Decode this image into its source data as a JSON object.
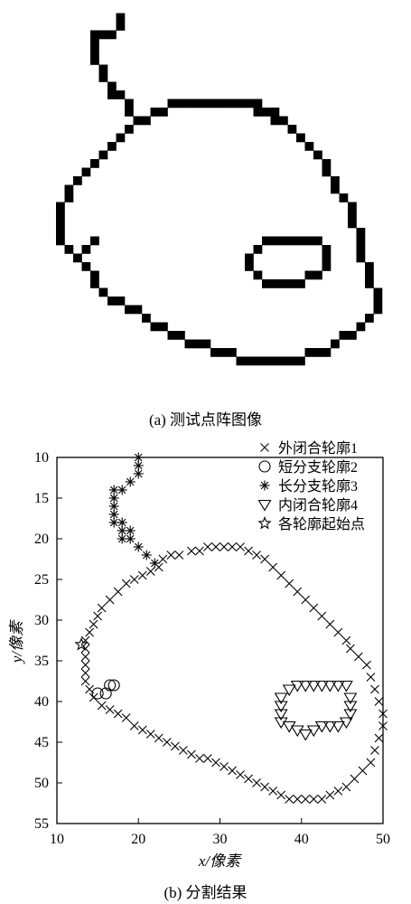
{
  "panel_a": {
    "caption": "(a)  测试点阵图像",
    "pixel_color": "#000000",
    "pixels": [
      [
        13,
        1
      ],
      [
        13,
        2
      ],
      [
        10,
        3
      ],
      [
        11,
        3
      ],
      [
        12,
        3
      ],
      [
        10,
        4
      ],
      [
        10,
        5
      ],
      [
        10,
        6
      ],
      [
        11,
        7
      ],
      [
        11,
        8
      ],
      [
        12,
        9
      ],
      [
        12,
        10
      ],
      [
        13,
        10
      ],
      [
        14,
        11
      ],
      [
        14,
        12
      ],
      [
        19,
        11
      ],
      [
        20,
        11
      ],
      [
        21,
        11
      ],
      [
        22,
        11
      ],
      [
        23,
        11
      ],
      [
        24,
        11
      ],
      [
        25,
        11
      ],
      [
        26,
        11
      ],
      [
        27,
        11
      ],
      [
        28,
        11
      ],
      [
        29,
        11
      ],
      [
        15,
        13
      ],
      [
        16,
        13
      ],
      [
        17,
        12
      ],
      [
        18,
        12
      ],
      [
        29,
        12
      ],
      [
        30,
        12
      ],
      [
        31,
        12
      ],
      [
        14,
        14
      ],
      [
        13,
        15
      ],
      [
        12,
        16
      ],
      [
        31,
        13
      ],
      [
        32,
        13
      ],
      [
        33,
        14
      ],
      [
        34,
        15
      ],
      [
        35,
        16
      ],
      [
        36,
        17
      ],
      [
        11,
        17
      ],
      [
        10,
        18
      ],
      [
        9,
        19
      ],
      [
        37,
        18
      ],
      [
        37,
        19
      ],
      [
        38,
        20
      ],
      [
        38,
        21
      ],
      [
        39,
        22
      ],
      [
        8,
        20
      ],
      [
        7,
        21
      ],
      [
        7,
        22
      ],
      [
        6,
        23
      ],
      [
        6,
        24
      ],
      [
        40,
        23
      ],
      [
        40,
        24
      ],
      [
        40,
        25
      ],
      [
        41,
        26
      ],
      [
        41,
        27
      ],
      [
        6,
        25
      ],
      [
        6,
        26
      ],
      [
        6,
        27
      ],
      [
        7,
        28
      ],
      [
        8,
        29
      ],
      [
        9,
        30
      ],
      [
        10,
        31
      ],
      [
        10,
        32
      ],
      [
        9,
        28
      ],
      [
        10,
        27
      ],
      [
        41,
        28
      ],
      [
        41,
        29
      ],
      [
        42,
        30
      ],
      [
        42,
        31
      ],
      [
        42,
        32
      ],
      [
        43,
        33
      ],
      [
        43,
        34
      ],
      [
        43,
        35
      ],
      [
        11,
        33
      ],
      [
        12,
        34
      ],
      [
        13,
        34
      ],
      [
        14,
        35
      ],
      [
        15,
        35
      ],
      [
        16,
        36
      ],
      [
        17,
        37
      ],
      [
        18,
        37
      ],
      [
        19,
        38
      ],
      [
        20,
        38
      ],
      [
        21,
        39
      ],
      [
        22,
        39
      ],
      [
        23,
        39
      ],
      [
        24,
        40
      ],
      [
        25,
        40
      ],
      [
        26,
        40
      ],
      [
        27,
        41
      ],
      [
        28,
        41
      ],
      [
        29,
        41
      ],
      [
        30,
        41
      ],
      [
        31,
        41
      ],
      [
        32,
        41
      ],
      [
        33,
        41
      ],
      [
        34,
        41
      ],
      [
        35,
        40
      ],
      [
        36,
        40
      ],
      [
        37,
        40
      ],
      [
        38,
        39
      ],
      [
        39,
        38
      ],
      [
        40,
        38
      ],
      [
        41,
        37
      ],
      [
        42,
        36
      ],
      [
        29,
        28
      ],
      [
        30,
        27
      ],
      [
        31,
        27
      ],
      [
        32,
        27
      ],
      [
        33,
        27
      ],
      [
        34,
        27
      ],
      [
        35,
        27
      ],
      [
        36,
        27
      ],
      [
        37,
        28
      ],
      [
        37,
        29
      ],
      [
        37,
        30
      ],
      [
        36,
        31
      ],
      [
        35,
        31
      ],
      [
        34,
        32
      ],
      [
        33,
        32
      ],
      [
        32,
        32
      ],
      [
        31,
        32
      ],
      [
        30,
        32
      ],
      [
        29,
        31
      ],
      [
        28,
        29
      ],
      [
        28,
        30
      ]
    ]
  },
  "panel_b": {
    "caption": "(b)  分割结果",
    "chart_data": {
      "type": "scatter",
      "title": "",
      "xlabel": "x/像素",
      "ylabel": "y/像素",
      "xlim": [
        10,
        50
      ],
      "ylim": [
        55,
        10
      ],
      "y_inverted": true,
      "xticks": [
        "10",
        "20",
        "30",
        "40",
        "50"
      ],
      "yticks": [
        "10",
        "15",
        "20",
        "25",
        "30",
        "35",
        "40",
        "45",
        "50",
        "55"
      ],
      "grid": false,
      "legend_position": "top-right",
      "series": [
        {
          "name": "外闭合轮廓1",
          "marker": "x",
          "x": [
            23.0,
            24.0,
            25.0,
            26.5,
            27.5,
            28.5,
            29.5,
            30.5,
            31.5,
            32.5,
            33.5,
            34.5,
            35.5,
            36.5,
            37.5,
            38.5,
            39.5,
            40.5,
            41.5,
            42.5,
            43.5,
            44.5,
            45.5,
            46.0,
            47.0,
            48.0,
            48.5,
            49.0,
            49.5,
            50.0,
            50.0,
            49.5,
            49.0,
            48.5,
            47.5,
            46.5,
            45.5,
            44.5,
            43.5,
            42.5,
            41.5,
            40.5,
            39.5,
            38.5,
            37.5,
            36.5,
            35.5,
            34.5,
            33.5,
            32.5,
            31.5,
            30.5,
            29.5,
            28.5,
            27.5,
            26.5,
            25.5,
            24.5,
            23.5,
            22.5,
            21.5,
            20.5,
            19.5,
            18.5,
            17.5,
            16.5,
            15.5,
            14.5,
            14.0,
            13.5,
            13.5,
            13.5,
            13.5,
            13.5,
            13.5,
            14.0,
            14.5,
            15.0,
            15.5,
            16.5,
            17.5,
            18.5,
            19.5,
            20.5,
            21.5,
            22.5
          ],
          "y": [
            22.5,
            22.0,
            22.0,
            21.5,
            21.5,
            21.0,
            21.0,
            21.0,
            21.0,
            21.0,
            21.5,
            22.0,
            22.5,
            23.5,
            24.5,
            25.5,
            26.5,
            27.5,
            28.5,
            29.5,
            30.5,
            31.5,
            32.5,
            33.5,
            34.5,
            35.5,
            37.0,
            38.5,
            40.0,
            41.5,
            43.0,
            44.5,
            46.0,
            47.5,
            48.5,
            49.5,
            50.5,
            51.0,
            51.5,
            52.0,
            52.0,
            52.0,
            52.0,
            52.0,
            51.5,
            51.0,
            50.5,
            50.0,
            49.5,
            49.0,
            48.5,
            48.0,
            47.5,
            47.0,
            47.0,
            46.5,
            46.0,
            45.5,
            45.0,
            44.5,
            44.0,
            43.5,
            43.0,
            42.0,
            41.5,
            41.0,
            40.5,
            39.5,
            38.5,
            37.5,
            36.5,
            35.5,
            34.5,
            33.5,
            32.5,
            31.5,
            30.5,
            29.5,
            28.5,
            27.5,
            26.5,
            25.5,
            25.0,
            24.5,
            24.0,
            23.5
          ]
        },
        {
          "name": "短分支轮廓2",
          "marker": "o",
          "x": [
            15.0,
            16.0,
            16.5,
            17.0
          ],
          "y": [
            39.0,
            39.0,
            38.0,
            38.0
          ]
        },
        {
          "name": "长分支轮廓3",
          "marker": "*",
          "x": [
            20,
            20,
            20,
            19,
            18,
            17,
            17,
            17,
            17,
            17,
            18,
            18,
            18,
            19,
            19,
            20,
            21,
            22
          ],
          "y": [
            10,
            11,
            12,
            13,
            14,
            14,
            15,
            16,
            17,
            18,
            18,
            19,
            20,
            19,
            20,
            21,
            22,
            23
          ]
        },
        {
          "name": "内闭合轮廓4",
          "marker": "v",
          "x": [
            37.5,
            38.5,
            39.5,
            40.5,
            41.5,
            42.5,
            43.5,
            44.5,
            45.5,
            46.0,
            46.0,
            46.0,
            45.5,
            44.5,
            43.5,
            42.5,
            41.5,
            40.5,
            39.5,
            38.5,
            37.5,
            37.5,
            37.5
          ],
          "y": [
            39.5,
            38.5,
            38.0,
            38.0,
            38.0,
            38.0,
            38.0,
            38.0,
            38.0,
            39.5,
            40.5,
            41.5,
            42.5,
            43.0,
            43.0,
            43.0,
            43.5,
            44.0,
            43.5,
            43.0,
            42.5,
            41.5,
            40.5
          ]
        },
        {
          "name": "各轮廓起始点",
          "marker": "star",
          "x": [
            13.0
          ],
          "y": [
            33.0
          ]
        }
      ]
    }
  }
}
